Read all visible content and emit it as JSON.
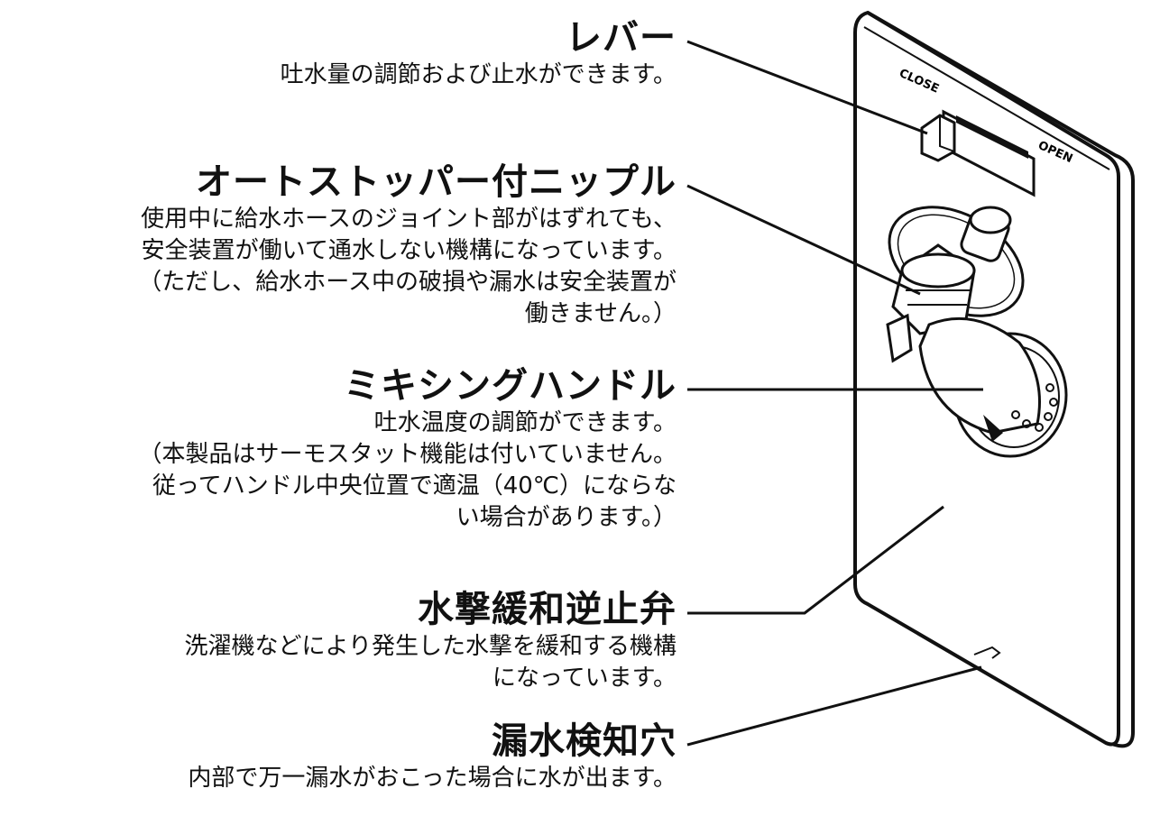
{
  "device": {
    "lever_close_label": "CLOSE",
    "lever_open_label": "OPEN"
  },
  "callouts": [
    {
      "title": "レバー",
      "lines": [
        "吐水量の調節および止水ができます。"
      ]
    },
    {
      "title": "オートストッパー付ニップル",
      "lines": [
        "使用中に給水ホースのジョイント部がはずれても、",
        "安全装置が働いて通水しない機構になっています。",
        "（ただし、給水ホース中の破損や漏水は安全装置が",
        "働きません。）"
      ]
    },
    {
      "title": "ミキシングハンドル",
      "lines": [
        "吐水温度の調節ができます。",
        "（本製品はサーモスタット機能は付いていません。",
        "従ってハンドル中央位置で適温（40℃）にならな",
        "い場合があります。）"
      ]
    },
    {
      "title": "水撃緩和逆止弁",
      "lines": [
        "洗濯機などにより発生した水撃を緩和する機構",
        "になっています。"
      ]
    },
    {
      "title": "漏水検知穴",
      "lines": [
        "内部で万一漏水がおこった場合に水が出ます。"
      ]
    }
  ]
}
